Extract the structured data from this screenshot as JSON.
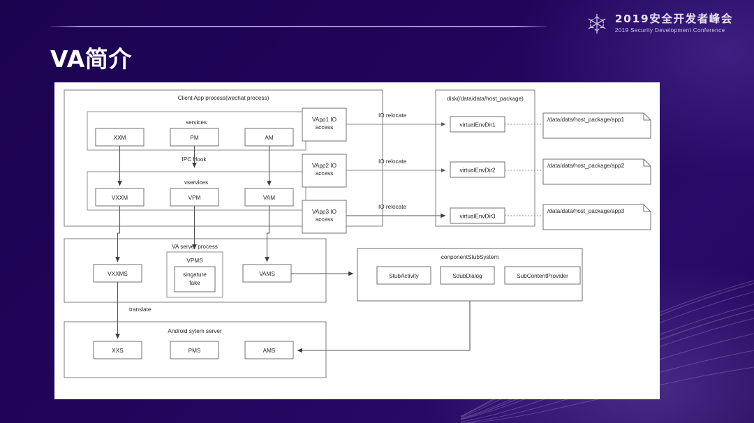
{
  "slide": {
    "title": "VA简介",
    "background_color": "#1f0356",
    "panel_color": "#ffffff"
  },
  "logo": {
    "icon": "snowflake-icon",
    "line1": "2019安全开发者峰会",
    "line2": "2019 Security Development Conference"
  },
  "diagram": {
    "groups": {
      "client_app": "Client App process(wechat process)",
      "services": "services",
      "vservices": "vservices",
      "va_server": "VA server process",
      "component_stub": "conponentStubSystem",
      "android_system": "Android sytem server",
      "disk": "disk(/data/data/host_package)"
    },
    "services_boxes": [
      "XXM",
      "PM",
      "AM"
    ],
    "vservices_boxes": [
      "VXXM",
      "VPM",
      "VAM"
    ],
    "va_server_boxes": [
      "VXXMS",
      "VPMS",
      "VAMS"
    ],
    "vpms_inner": "singature fake",
    "component_stub_boxes": [
      "StubActivity",
      "SdubDialog",
      "SubContentProvider"
    ],
    "android_boxes": [
      "XXS",
      "PMS",
      "AMS"
    ],
    "vapp_boxes": [
      "VApp1 IO access",
      "VApp2 IO access",
      "VApp3 IO access"
    ],
    "virtual_env_dirs": [
      "virtualEnvDir1",
      "virtualEnvDir2",
      "virtualEnvDir3"
    ],
    "host_paths": [
      "/data/data/host_package/app1",
      "/data/data/host_package/app2",
      "/data/data/host_package/app3"
    ],
    "edge_labels": {
      "ipc_hook": "IPC Hook",
      "translate": "translate",
      "io_relocate": [
        "IO relocate",
        "IO relocate",
        "IO relocate"
      ]
    }
  }
}
